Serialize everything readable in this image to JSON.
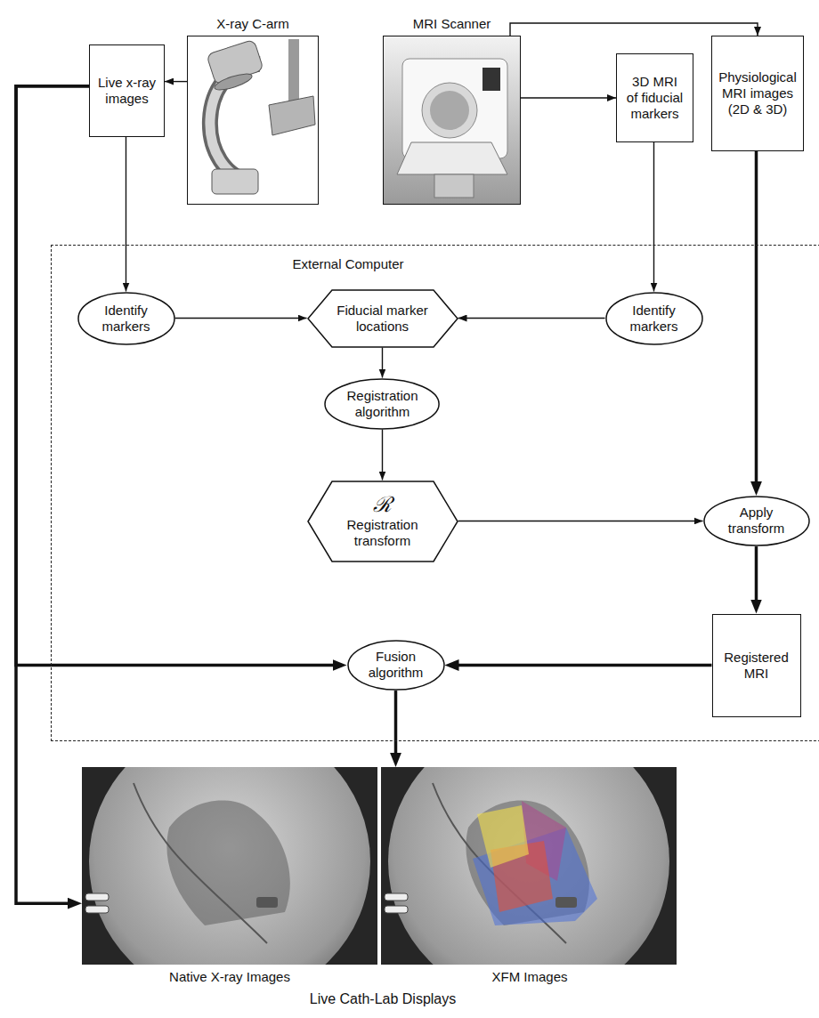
{
  "diagram": {
    "nodes": [
      {
        "text": [
          "X-ray C-arm"
        ]
      },
      {
        "text": [
          "MRI Scanner"
        ]
      },
      {
        "text": [
          "Live x-ray images"
        ]
      },
      {
        "text": [
          "3D MRI of fiducial markers"
        ]
      },
      {
        "text": [
          "Physiological MRI images (2D & 3D)"
        ]
      },
      {
        "text": [
          "External Computer"
        ]
      },
      {
        "text": [
          "Identify markers"
        ],
        "in": 5
      },
      {
        "text": [
          "Fiducial marker locations"
        ],
        "in": 5
      },
      {
        "text": [
          "Identify markers"
        ],
        "in": 5
      },
      {
        "text": [
          "Registration algorithm"
        ],
        "in": 5
      },
      {
        "text": [
          "ℛ",
          "Registration transform"
        ],
        "in": 5
      },
      {
        "text": [
          "Apply transform"
        ],
        "in": 5
      },
      {
        "text": [
          "Fusion algorithm"
        ],
        "in": 5
      },
      {
        "text": [
          "Registered MRI"
        ],
        "in": 5
      },
      {
        "text": [
          "Native X-ray Images"
        ]
      },
      {
        "text": [
          "XFM Images"
        ]
      }
    ],
    "edges": [
      {
        "from": 0,
        "to": 2,
        "arrow": "to"
      },
      {
        "from": 1,
        "to": 3,
        "arrow": "to"
      },
      {
        "from": 1,
        "to": 4,
        "arrow": "to"
      },
      {
        "from": 2,
        "to": 6,
        "arrow": "to"
      },
      {
        "from": 3,
        "to": 8,
        "arrow": "to"
      },
      {
        "from": 6,
        "to": 7,
        "arrow": "to"
      },
      {
        "from": 8,
        "to": 7,
        "arrow": "to"
      },
      {
        "from": 7,
        "to": 9,
        "arrow": "to"
      },
      {
        "from": 9,
        "to": 10,
        "arrow": "to"
      },
      {
        "from": 10,
        "to": 11,
        "arrow": "to"
      },
      {
        "from": 4,
        "to": 11,
        "arrow": "to"
      },
      {
        "from": 11,
        "to": 13,
        "arrow": "to"
      },
      {
        "from": 13,
        "to": 12,
        "arrow": "to"
      },
      {
        "from": 2,
        "to": 12,
        "arrow": "to"
      },
      {
        "from": 2,
        "to": 14,
        "arrow": "to"
      },
      {
        "from": 12,
        "to": 15,
        "arrow": "to"
      }
    ],
    "labels": [
      "Live Cath-Lab Displays"
    ]
  }
}
